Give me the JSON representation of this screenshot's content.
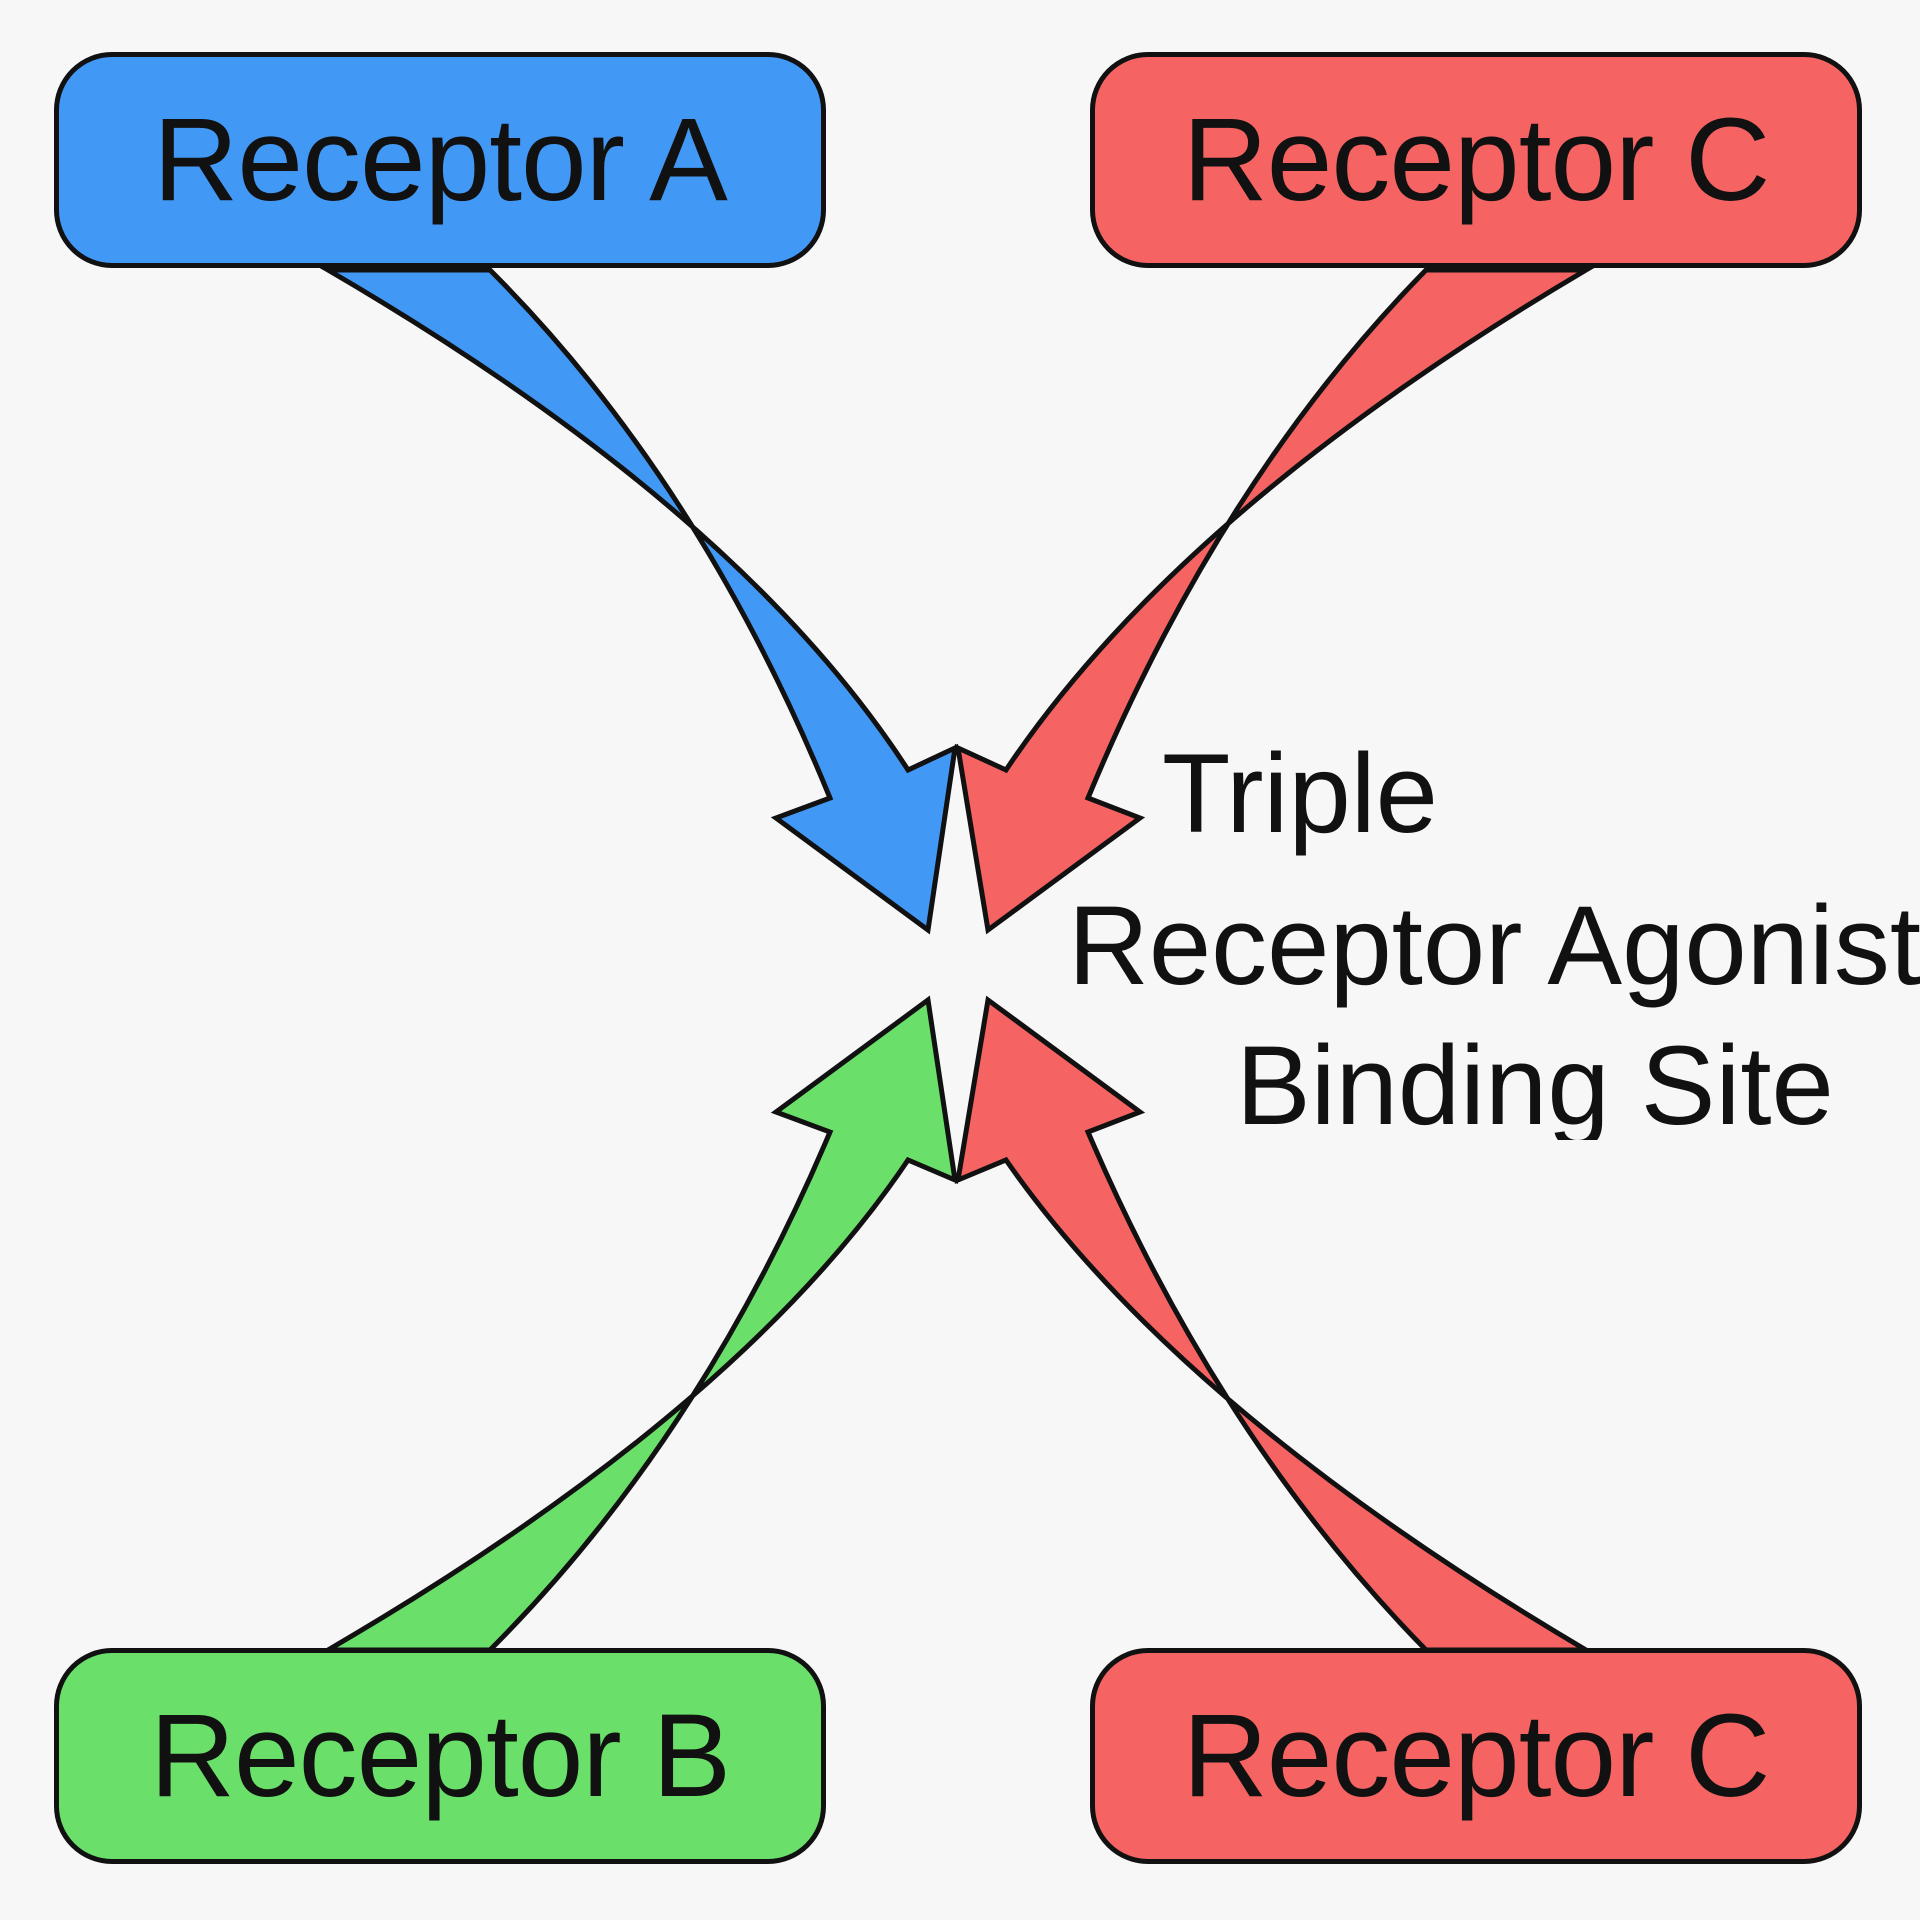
{
  "receptors": {
    "top_left": {
      "label": "Receptor A",
      "color": "#4299f5"
    },
    "top_right": {
      "label": "Receptor C",
      "color": "#f56363"
    },
    "bottom_left": {
      "label": "Receptor B",
      "color": "#6ae06b"
    },
    "bottom_right": {
      "label": "Receptor C",
      "color": "#f56363"
    }
  },
  "binding_site": {
    "lines": [
      "Triple",
      "Receptor Agonist",
      "Binding Site"
    ]
  },
  "arrows": [
    {
      "from": "Receptor A",
      "to": "Binding Site",
      "color": "#4299f5"
    },
    {
      "from": "Receptor C",
      "to": "Binding Site",
      "color": "#f56363"
    },
    {
      "from": "Receptor B",
      "to": "Binding Site",
      "color": "#6ae06b"
    },
    {
      "from": "Receptor C",
      "to": "Binding Site",
      "color": "#f56363"
    }
  ]
}
